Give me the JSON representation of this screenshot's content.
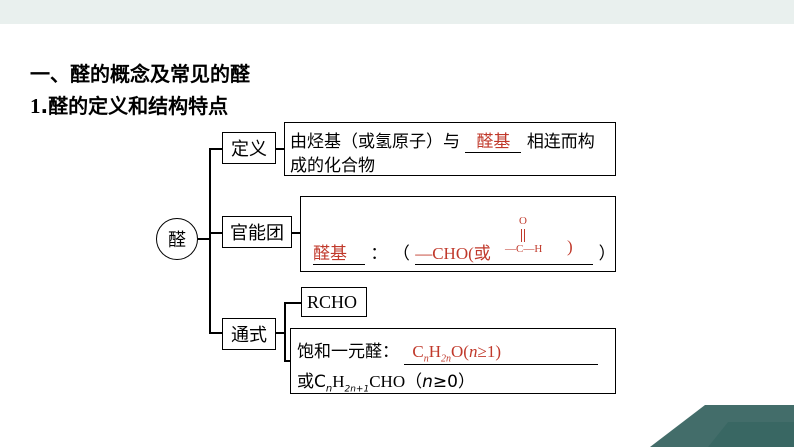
{
  "heading": "一、醛的概念及常见的醛",
  "subheading_num": "1",
  "subheading_text": ".醛的定义和结构特点",
  "center": "醛",
  "branches": {
    "definition": {
      "label": "定义",
      "line1_pre": "由烃基（或氢原子）与",
      "line1_answer": "醛基",
      "line1_post": "相连而构",
      "line2": "成的化合物"
    },
    "functional_group": {
      "label": "官能团",
      "answer": "醛基",
      "colon": "：",
      "open_paren": "（",
      "formula_pre": "—CHO(或",
      "struct_o": "O",
      "struct_c": "—C—H",
      "formula_close": ")",
      "close_paren": "）"
    },
    "general_formula": {
      "label": "通式",
      "rcho": "RCHO",
      "saturated_label": "饱和一元醛：",
      "sat_c": "C",
      "sat_n1": "n",
      "sat_h": "H",
      "sat_2n": "2n",
      "sat_o": "O(",
      "sat_n": "n",
      "sat_cond": "≥1)",
      "alt_pre": "或C",
      "alt_n": "n",
      "alt_h": "H",
      "alt_sub": "2n+1",
      "alt_cho": "CHO（",
      "alt_var": "n",
      "alt_cond": "≥0）"
    }
  },
  "colors": {
    "accent_red": "#c0392b",
    "corner_dark": "#2f5d5a",
    "corner_light": "#9bbfb9"
  }
}
